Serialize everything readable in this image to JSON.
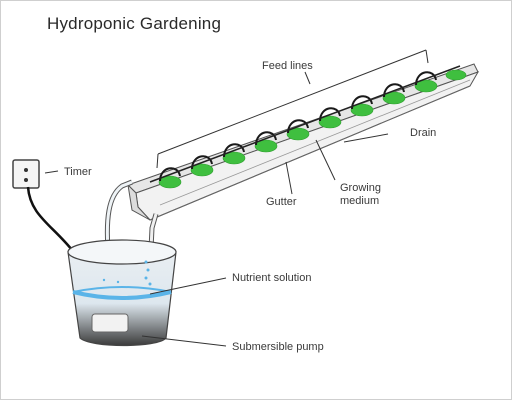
{
  "title": "Hydroponic Gardening",
  "labels": {
    "timer": "Timer",
    "feed_lines": "Feed lines",
    "drain": "Drain",
    "gutter": "Gutter",
    "growing_medium_1": "Growing",
    "growing_medium_2": "medium",
    "nutrient_solution": "Nutrient solution",
    "submersible_pump": "Submersible pump"
  },
  "colors": {
    "plant": "#3fbf3f",
    "water": "#5ab4e8",
    "gutter": "#eeeeee",
    "outline": "#555555"
  }
}
